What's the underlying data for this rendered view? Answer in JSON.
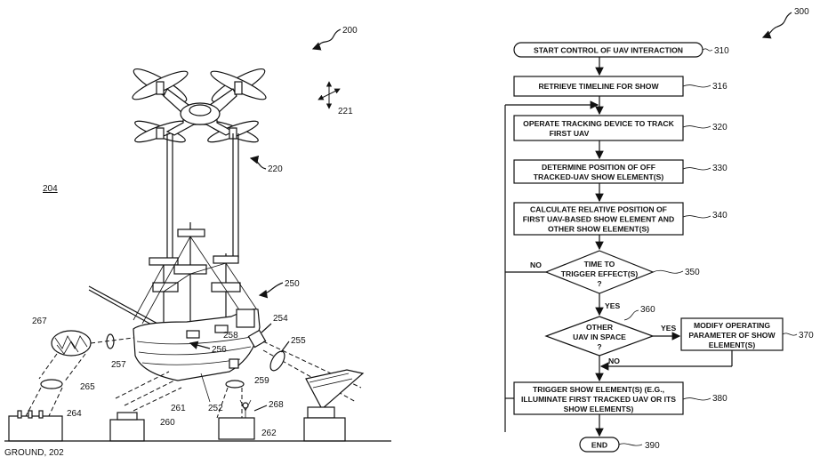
{
  "figure_left": {
    "figure_number": "200",
    "direction_ref": "221",
    "uav_ref": "220",
    "area_ref": "204",
    "ship_ref": "250",
    "ground_label": "GROUND, 202",
    "refs": [
      "267",
      "257",
      "265",
      "264",
      "261",
      "260",
      "252",
      "256",
      "258",
      "254",
      "255",
      "259",
      "268",
      "262"
    ]
  },
  "figure_right": {
    "figure_number": "300",
    "start": {
      "text": "START CONTROL OF UAV INTERACTION",
      "ref": "310"
    },
    "steps": [
      {
        "lines": [
          "RETRIEVE TIMELINE FOR SHOW"
        ],
        "ref": "316"
      },
      {
        "lines": [
          "OPERATE TRACKING DEVICE TO TRACK",
          "FIRST UAV"
        ],
        "ref": "320"
      },
      {
        "lines": [
          "DETERMINE POSITION OF OFF",
          "TRACKED-UAV SHOW ELEMENT(S)"
        ],
        "ref": "330"
      },
      {
        "lines": [
          "CALCULATE RELATIVE POSITION OF",
          "FIRST UAV-BASED SHOW ELEMENT AND",
          "OTHER SHOW ELEMENT(S)"
        ],
        "ref": "340"
      }
    ],
    "decision1": {
      "lines": [
        "TIME TO",
        "TRIGGER EFFECT(S)",
        "?"
      ],
      "ref": "350",
      "no": "NO",
      "yes": "YES"
    },
    "decision2": {
      "lines": [
        "OTHER",
        "UAV IN SPACE",
        "?"
      ],
      "ref": "360",
      "yes": "YES",
      "no": "NO"
    },
    "modify": {
      "lines": [
        "MODIFY OPERATING",
        "PARAMETER OF SHOW",
        "ELEMENT(S)"
      ],
      "ref": "370"
    },
    "trigger": {
      "lines": [
        "TRIGGER SHOW ELEMENT(S) (E.G.,",
        "ILLUMINATE FIRST TRACKED UAV OR ITS",
        "SHOW ELEMENTS)"
      ],
      "ref": "380"
    },
    "end": {
      "text": "END",
      "ref": "390"
    }
  }
}
